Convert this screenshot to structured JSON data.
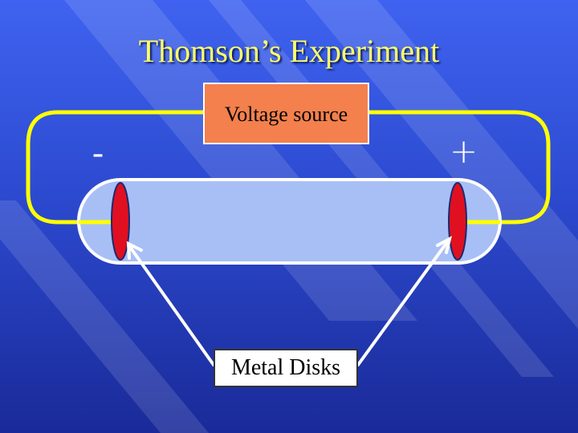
{
  "slide": {
    "title": "Thomson’s Experiment",
    "voltage_source_label": "Voltage source",
    "negative_terminal": "-",
    "positive_terminal": "+",
    "disks_label": "Metal Disks"
  },
  "colors": {
    "background": "#2c4ad0",
    "title": "#ffff66",
    "wire": "#ffff00",
    "voltage_box": "#f3804d",
    "tube": "#a8bff6",
    "disk": "#e01020",
    "arrow": "#ffffff"
  }
}
